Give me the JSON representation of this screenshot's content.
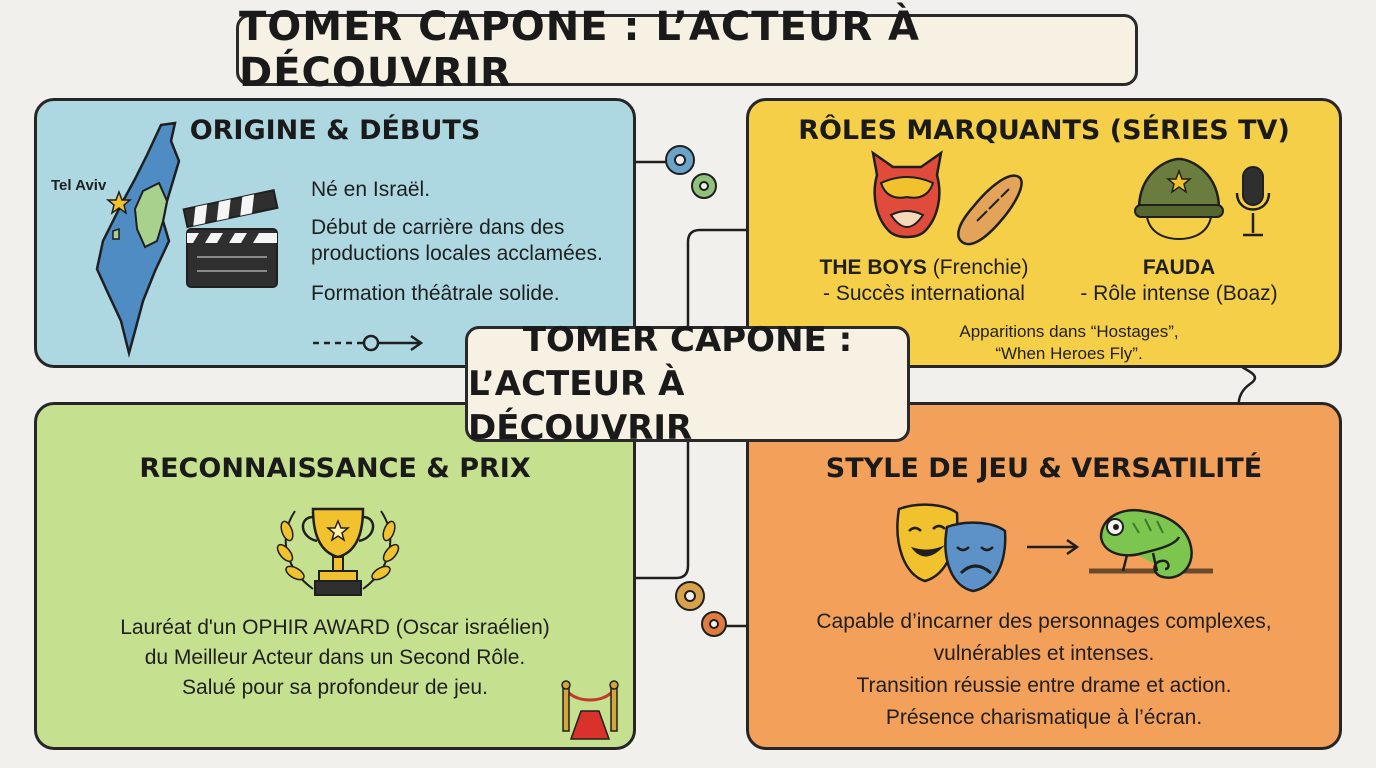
{
  "title": "TOMER CAPONE : L’ACTEUR À DÉCOUVRIR",
  "center": {
    "line1": "TOMER CAPONE :",
    "line2": "L’ACTEUR À DÉCOUVRIR"
  },
  "origine": {
    "title": "ORIGINE & DÉBUTS",
    "map_label": "Tel Aviv",
    "items": [
      "Né en Israël.",
      "Début de carrière dans des productions locales acclamées.",
      "Formation théâtrale solide."
    ]
  },
  "roles": {
    "title": "RÔLES MARQUANTS (SÉRIES TV)",
    "show1": {
      "name": "THE BOYS",
      "role": "(Frenchie)",
      "desc": "- Succès international"
    },
    "show2": {
      "name": "FAUDA",
      "desc": "- Rôle intense (Boaz)"
    },
    "others_line1": "Apparitions dans “Hostages”,",
    "others_line2": "“When Heroes Fly”."
  },
  "reconnaissance": {
    "title": "RECONNAISSANCE & PRIX",
    "line1": "Lauréat d'un OPHIR AWARD (Oscar israélien)",
    "line2": "du Meilleur Acteur dans un Second Rôle.",
    "line3": "Salué pour sa profondeur de jeu."
  },
  "style": {
    "title": "STYLE DE JEU & VERSATILITÉ",
    "line1": "Capable d’incarner des personnages complexes,",
    "line2": "vulnérables et intenses.",
    "line3": "Transition réussie entre drame et action.",
    "line4": "Présence charismatique à l’écran."
  },
  "colors": {
    "origine_bg": "#add8e2",
    "roles_bg": "#f5cf48",
    "reconnaissance_bg": "#c5e08f",
    "style_bg": "#f3a05a",
    "title_bg": "#f6f1e3"
  }
}
